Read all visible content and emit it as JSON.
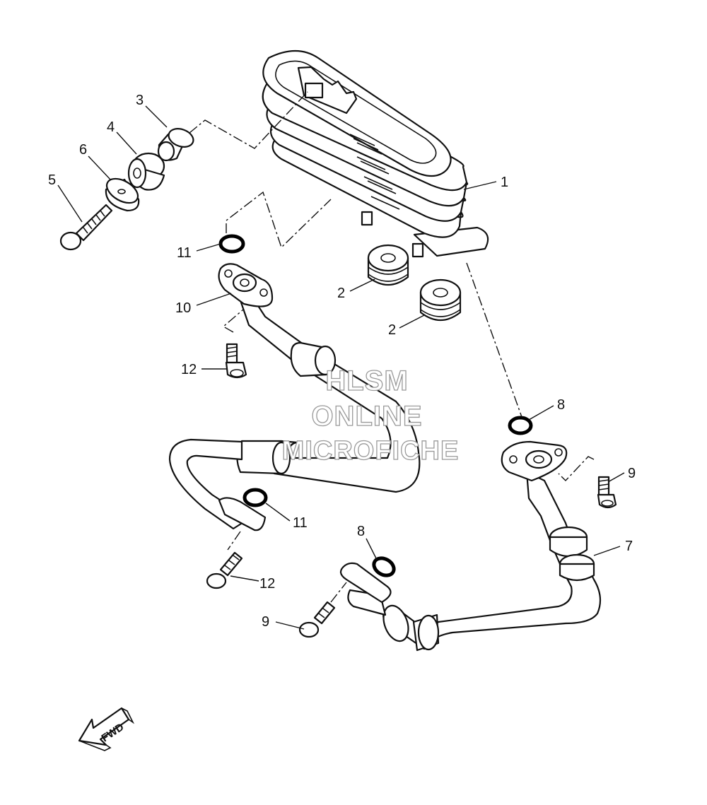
{
  "diagram": {
    "callouts": [
      "1",
      "2",
      "2",
      "3",
      "4",
      "5",
      "6",
      "7",
      "8",
      "8",
      "9",
      "9",
      "10",
      "11",
      "11",
      "12",
      "12"
    ],
    "watermark": {
      "line1": "HLSM",
      "line2": "ONLINE",
      "line3": "MICROFICHE"
    },
    "direction_arrow": {
      "label": "FWD",
      "icon": "fwd-arrow-icon"
    }
  }
}
